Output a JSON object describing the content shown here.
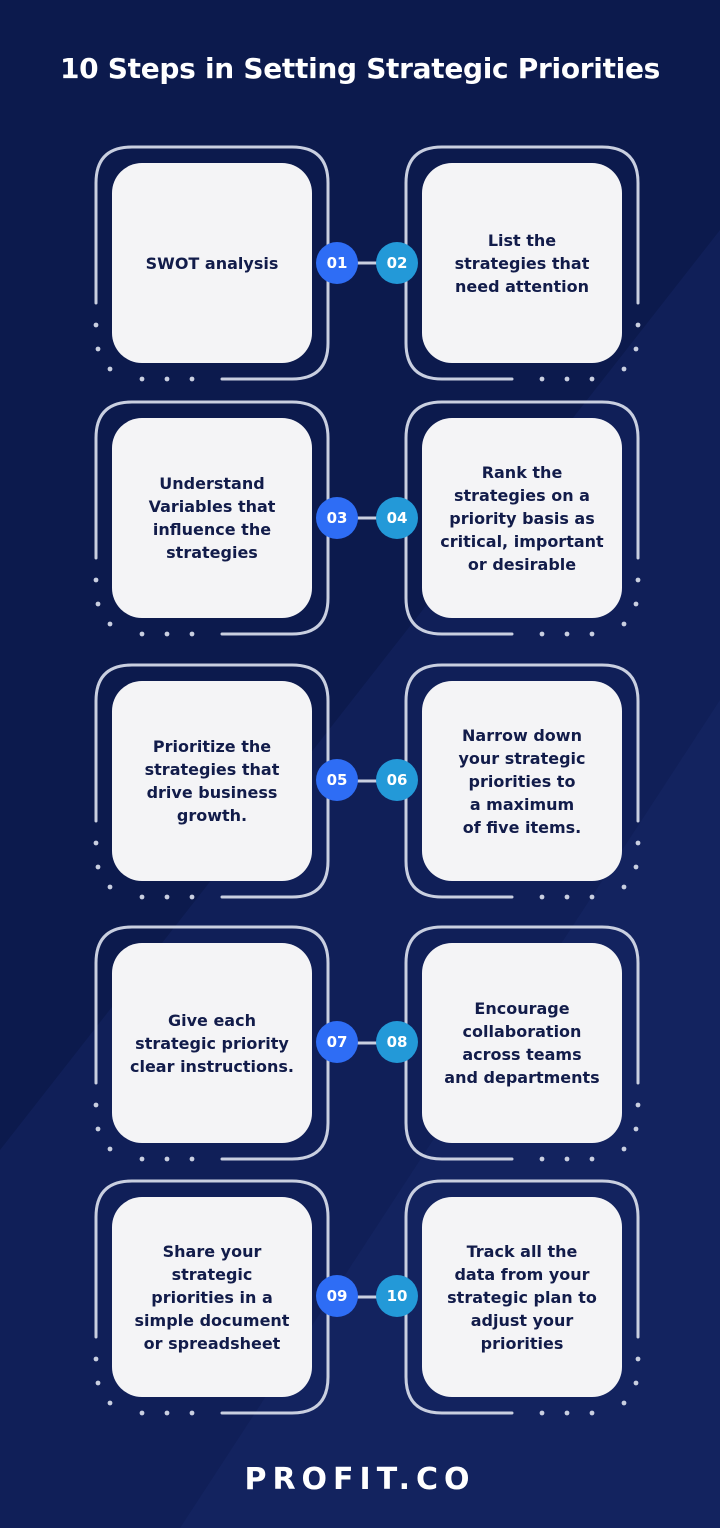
{
  "title": "10 Steps in Setting Strategic Priorities",
  "steps": [
    {
      "number": "01",
      "text": "SWOT analysis"
    },
    {
      "number": "02",
      "text": "List the\nstrategies that\nneed attention"
    },
    {
      "number": "03",
      "text": "Understand\nVariables that\ninfluence the\nstrategies"
    },
    {
      "number": "04",
      "text": "Rank the\nstrategies on a\npriority basis as\ncritical, important\nor desirable"
    },
    {
      "number": "05",
      "text": "Prioritize the\nstrategies that\ndrive business\ngrowth."
    },
    {
      "number": "06",
      "text": "Narrow down\nyour strategic\npriorities to\na maximum\nof five items."
    },
    {
      "number": "07",
      "text": "Give each\nstrategic priority\nclear instructions."
    },
    {
      "number": "08",
      "text": "Encourage\ncollaboration\nacross teams\nand departments"
    },
    {
      "number": "09",
      "text": "Share your\nstrategic\npriorities in a\nsimple document\nor spreadsheet"
    },
    {
      "number": "10",
      "text": "Track all the\ndata from your\nstrategic plan to\nadjust your\npriorities"
    }
  ],
  "logo": "PROFIT.CO",
  "colors": {
    "background": "#0c1a4d",
    "card": "#f4f4f6",
    "text": "#121c4a",
    "badge_odd": "#2e6df5",
    "badge_even": "#2399d8",
    "outline": "#c9cfe0"
  }
}
